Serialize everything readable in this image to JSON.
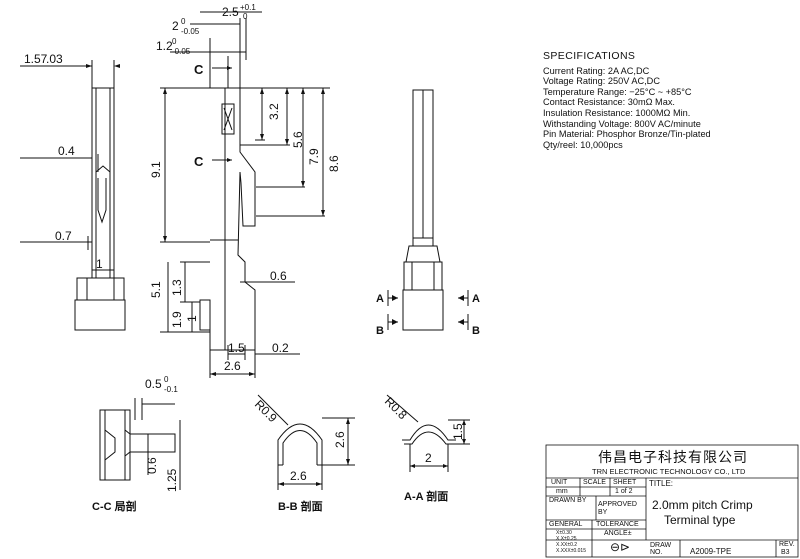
{
  "specifications": {
    "heading": "SPECIFICATIONS",
    "lines": [
      "Current Rating: 2A AC,DC",
      "Voltage Rating: 250V AC,DC",
      "Temperature Range: −25°C ~ +85°C",
      "Contact Resistance: 30mΩ Max.",
      "Insulation Resistance: 1000MΩ Min.",
      "Withstanding Voltage: 800V AC/minute",
      "Pin Material: Phosphor Bronze/Tin-plated",
      "Qty/reel: 10,000pcs"
    ]
  },
  "dimensions": {
    "d_1_57": "1.57",
    "d_03": ".03",
    "d_0_4": "0.4",
    "d_0_7": "0.7",
    "d_1": "1",
    "d_2": "2",
    "d_2_tol_top": "0",
    "d_2_tol_bot": "-0.05",
    "d_1_2": "1.2",
    "d_1_2_tol_top": "0",
    "d_1_2_tol_bot": "-0.05",
    "d_2_5": "2.5",
    "d_2_5_tol_top": "+0.1",
    "d_2_5_tol_bot": "0",
    "d_3_2": "3.2",
    "d_5_6": "5.6",
    "d_7_9": "7.9",
    "d_8_6": "8.6",
    "d_9_1": "9.1",
    "d_5_1": "5.1",
    "d_1_3": "1.3",
    "d_1_9": "1.9",
    "d_1_b": "1",
    "d_0_6": "0.6",
    "d_1_5": "1.5",
    "d_0_2": "0.2",
    "d_2_6": "2.6",
    "cc_0_5": "0.5",
    "cc_tol_top": "0",
    "cc_tol_bot": "-0.1",
    "cc_0_6": "0.6",
    "cc_1_25": "1.25",
    "bb_r": "R0.9",
    "bb_2_6_v": "2.6",
    "bb_2_6_h": "2.6",
    "aa_r": "R0.8",
    "aa_1_5": "1.5",
    "aa_2": "2"
  },
  "section_marks": {
    "c": "C",
    "a": "A",
    "b": "B"
  },
  "views": {
    "cc": "C-C 局剖",
    "bb": "B-B 剖面",
    "aa": "A-A 剖面"
  },
  "title_block": {
    "company_cn": "伟昌电子科技有限公司",
    "company_en": "TRN ELECTRONIC TECHNOLOGY CO., LTD",
    "unit_label": "UNIT",
    "unit_value": "mm",
    "scale_label": "SCALE",
    "sheet_label": "SHEET",
    "sheet_value": "1 of 2",
    "title_label": "TITLE:",
    "title_line1": "2.0mm pitch Crimp",
    "title_line2": "Terminal type",
    "drawn_label": "DRAWN BY",
    "approved_label1": "APPROVED",
    "approved_label2": "BY",
    "general_label": "GENERAL",
    "tolerance_label": "TOLERANCE",
    "tol_lines": [
      "X±0.30",
      "X.X±0.25",
      "X.XX±0.2",
      "X.XXX±0.015"
    ],
    "angle_label": "ANGLE±",
    "draw_no_label1": "DRAW",
    "draw_no_label2": "NO.",
    "draw_no": "A2009-TPE",
    "rev_label": "REV.",
    "rev_value": "B3"
  }
}
